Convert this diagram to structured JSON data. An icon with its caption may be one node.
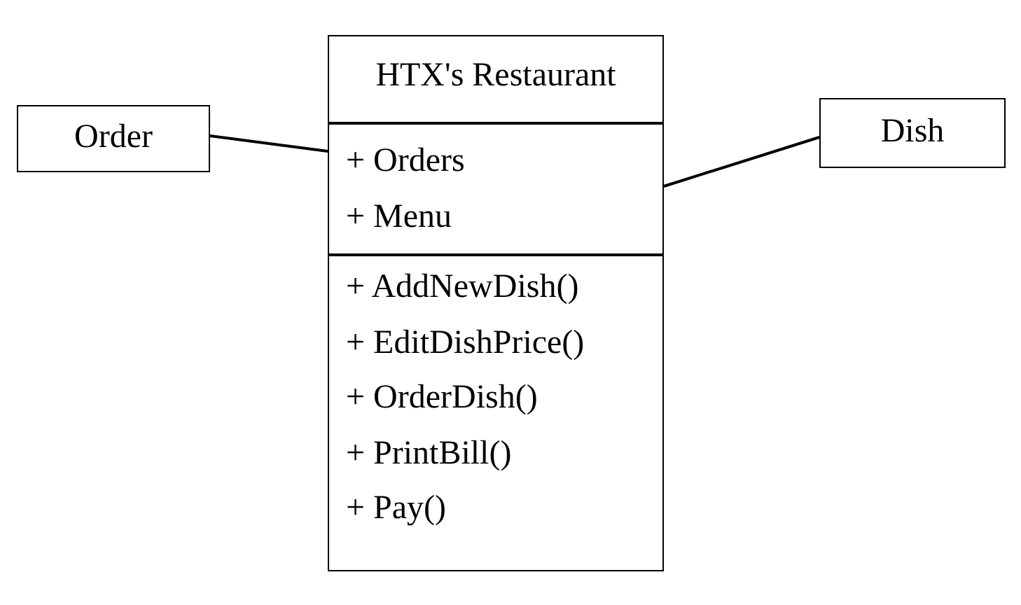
{
  "diagram": {
    "nodes": [
      {
        "text": [
          "Order"
        ]
      },
      {
        "text": [
          "HTX's Restaurant"
        ]
      },
      {
        "text": [
          "+ Orders",
          "+ Menu"
        ],
        "in": 1
      },
      {
        "text": [
          "+ AddNewDish()",
          "+ EditDishPrice()",
          "+ OrderDish()",
          "+ PrintBill()",
          "+ Pay()"
        ],
        "in": 1
      },
      {
        "text": [
          "Dish"
        ]
      }
    ],
    "edges": [
      {
        "from": 0,
        "to": 1,
        "arrow": "none"
      },
      {
        "from": 1,
        "to": 4,
        "arrow": "none"
      }
    ]
  }
}
